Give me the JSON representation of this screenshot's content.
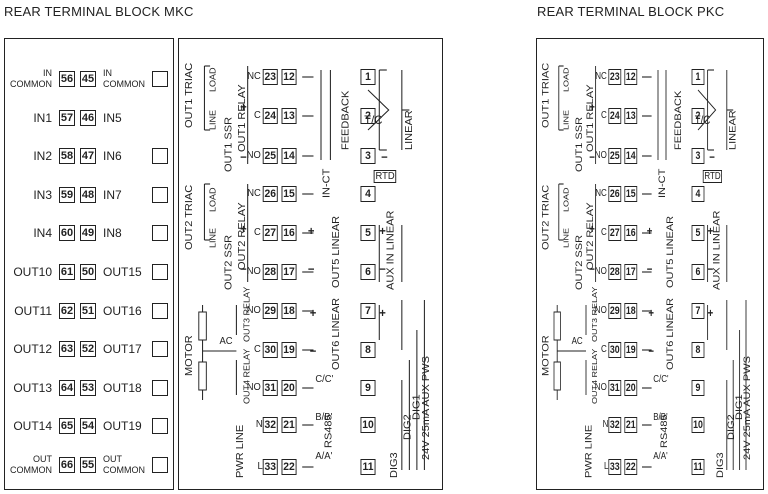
{
  "titles": {
    "mkc": "REAR TERMINAL BLOCK MKC",
    "pkc": "REAR TERMINAL BLOCK PKC"
  },
  "left_panel": {
    "rows": [
      {
        "left": "IN\nCOMMON",
        "t1": "56",
        "t2": "45",
        "right": "IN\nCOMMON",
        "checkbox": true
      },
      {
        "left": "IN1",
        "t1": "57",
        "t2": "46",
        "right": "IN5",
        "checkbox": false
      },
      {
        "left": "IN2",
        "t1": "58",
        "t2": "47",
        "right": "IN6",
        "checkbox": true
      },
      {
        "left": "IN3",
        "t1": "59",
        "t2": "48",
        "right": "IN7",
        "checkbox": true
      },
      {
        "left": "IN4",
        "t1": "60",
        "t2": "49",
        "right": "IN8",
        "checkbox": true
      },
      {
        "left": "OUT10",
        "t1": "61",
        "t2": "50",
        "right": "OUT15",
        "checkbox": true
      },
      {
        "left": "OUT11",
        "t1": "62",
        "t2": "51",
        "right": "OUT16",
        "checkbox": true
      },
      {
        "left": "OUT12",
        "t1": "63",
        "t2": "52",
        "right": "OUT17",
        "checkbox": true
      },
      {
        "left": "OUT13",
        "t1": "64",
        "t2": "53",
        "right": "OUT18",
        "checkbox": true
      },
      {
        "left": "OUT14",
        "t1": "65",
        "t2": "54",
        "right": "OUT19",
        "checkbox": true
      },
      {
        "left": "OUT\nCOMMON",
        "t1": "66",
        "t2": "55",
        "right": "OUT\nCOMMON",
        "checkbox": true
      }
    ]
  },
  "diagram": {
    "out1_triac": "OUT1 TRIAC",
    "out1_ssr": "OUT1 SSR",
    "out1_relay": "OUT1 RELAY",
    "out2_triac": "OUT2 TRIAC",
    "out2_ssr": "OUT2 SSR",
    "out2_relay": "OUT2 RELAY",
    "load": "LOAD",
    "line": "LINE",
    "nc": "NC",
    "c": "C",
    "no": "NO",
    "n": "N",
    "l": "L",
    "feedback": "FEEDBACK",
    "in_ct": "IN-CT",
    "tc": "T/C",
    "rtd": "RTD",
    "linear": "LINEAR",
    "out5_linear": "OUT5 LINEAR",
    "aux_in_linear": "AUX IN LINEAR",
    "out6_linear": "OUT6 LINEAR",
    "out3_relay": "OUT3 RELAY",
    "out4_relay": "OUT4 RELAY",
    "motor": "MOTOR",
    "ac": "AC",
    "rs485": "RS485",
    "cc": "C/C'",
    "bb": "B/B'",
    "aa": "A/A'",
    "pwr_line": "PWR LINE",
    "dig1": "DIG1",
    "dig2": "DIG2",
    "dig3": "DIG3",
    "aux_pws": "24V 25mA AUX PWS",
    "plus": "+",
    "minus": "−",
    "mid_pairs": [
      [
        "23",
        "12"
      ],
      [
        "24",
        "13"
      ],
      [
        "25",
        "14"
      ],
      [
        "26",
        "15"
      ],
      [
        "27",
        "16"
      ],
      [
        "28",
        "17"
      ],
      [
        "29",
        "18"
      ],
      [
        "30",
        "19"
      ],
      [
        "31",
        "20"
      ],
      [
        "32",
        "21"
      ],
      [
        "33",
        "22"
      ]
    ],
    "right_terms": [
      "1",
      "2",
      "3",
      "4",
      "5",
      "6",
      "7",
      "8",
      "9",
      "10",
      "11"
    ]
  }
}
